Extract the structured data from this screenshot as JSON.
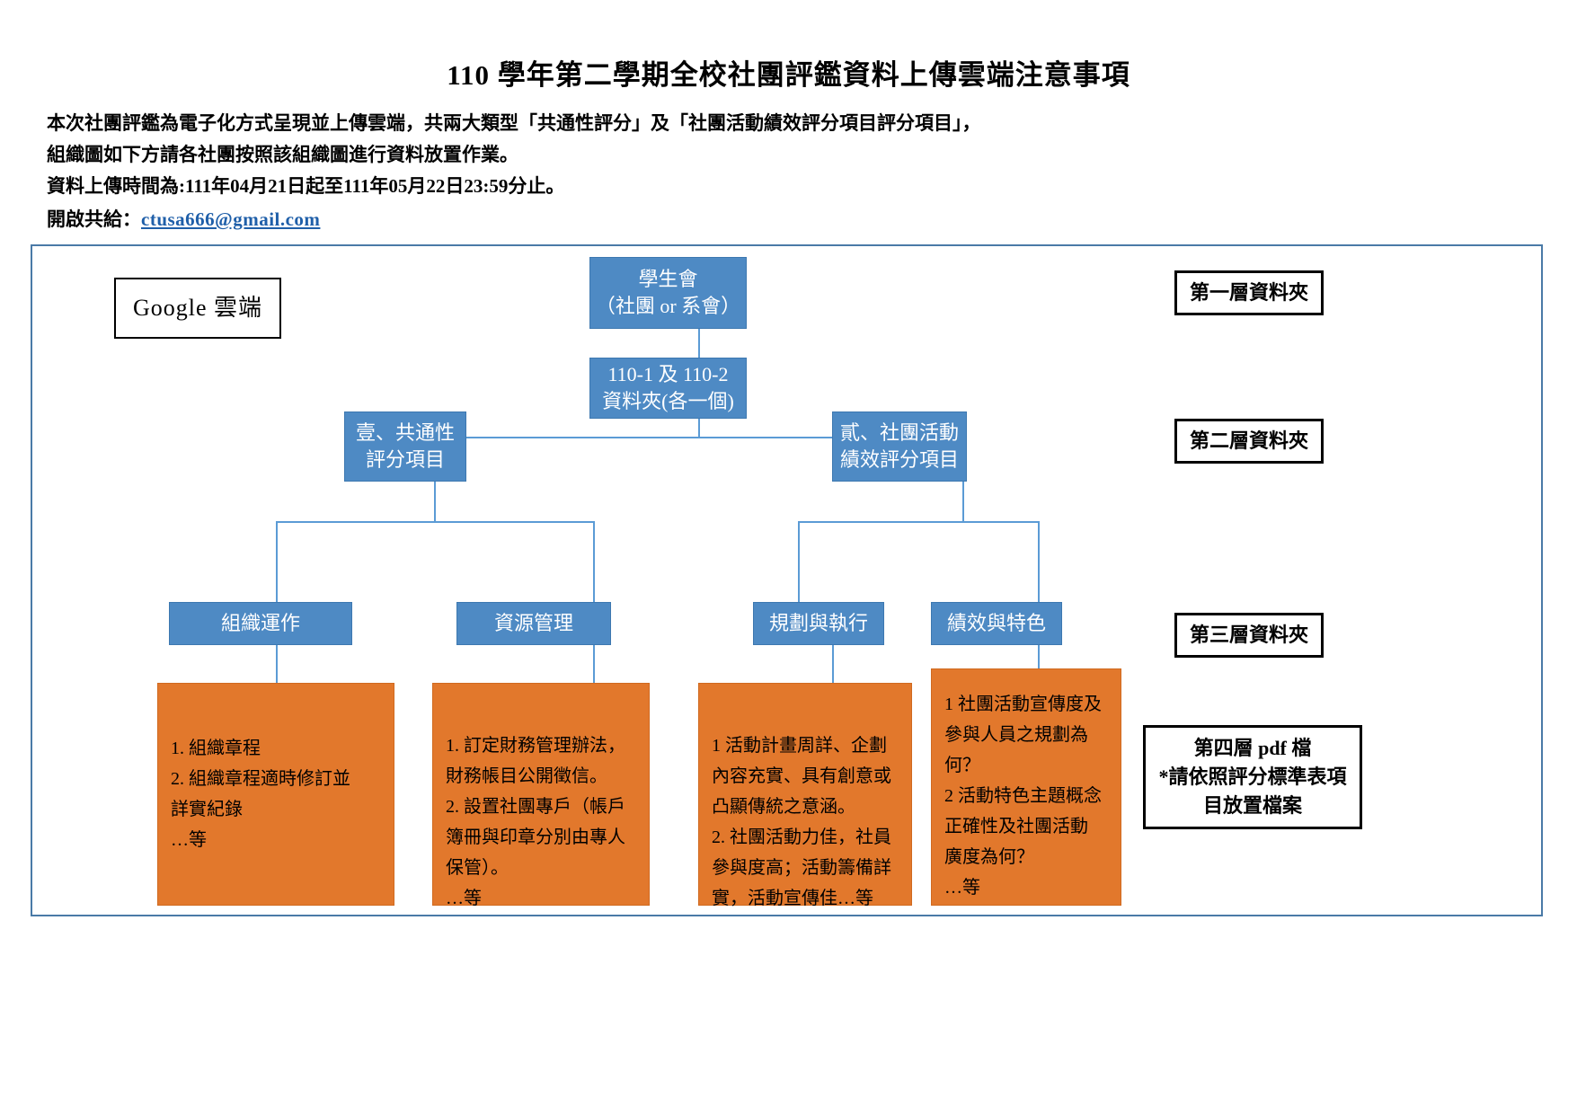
{
  "document": {
    "title": "110 學年第二學期全校社團評鑑資料上傳雲端注意事項",
    "intro_line1": "本次社團評鑑為電子化方式呈現並上傳雲端，共兩大類型「共通性評分」及「社團活動績效評分項目評分項目」，",
    "intro_line2": "組織圖如下方請各社團按照該組織圖進行資料放置作業。",
    "intro_line3": "資料上傳時間為:111年04月21日起至111年05月22日23:59分止。",
    "intro_line4_label": "開啟共給：",
    "email": "ctusa666@gmail.com"
  },
  "diagram": {
    "cloud_label": "Google 雲端",
    "nodes": {
      "root": {
        "line1": "學生會",
        "line2": "（社團 or 系會）"
      },
      "folder_110": {
        "line1": "110-1 及 110-2",
        "line2": "資料夾(各一個)"
      },
      "category_common": {
        "line1": "壹、共通性",
        "line2": "評分項目"
      },
      "category_activity": {
        "line1": "貳、社團活動",
        "line2": "績效評分項目"
      },
      "org_operation": {
        "line1": "組織運作"
      },
      "resource_mgmt": {
        "line1": "資源管理"
      },
      "plan_execute": {
        "line1": "規劃與執行"
      },
      "performance_feature": {
        "line1": "績效與特色"
      }
    },
    "leaves": {
      "org_operation_items": [
        "1. 組織章程",
        "2. 組織章程適時修訂並",
        "詳實紀錄",
        "…等"
      ],
      "resource_mgmt_items": [
        "1. 訂定財務管理辦法，",
        "財務帳目公開徵信。",
        "2. 設置社團專戶（帳戶",
        "簿冊與印章分別由專人",
        "保管）。",
        "…等"
      ],
      "plan_execute_items": [
        "1 活動計畫周詳、企劃",
        "內容充實、具有創意或",
        "凸顯傳統之意涵。",
        "2. 社團活動力佳，社員",
        "參與度高；活動籌備詳",
        "實，活動宣傳佳…等"
      ],
      "performance_feature_items": [
        "1 社團活動宣傳度及",
        "參與人員之規劃為",
        "何？",
        "2 活動特色主題概念",
        "正確性及社團活動",
        "廣度為何？",
        "…等"
      ]
    },
    "layer_labels": {
      "layer1": "第一層資料夾",
      "layer2": "第二層資料夾",
      "layer3": "第三層資料夾",
      "layer4_line1": "第四層 pdf 檔",
      "layer4_line2": "*請依照評分標準表項",
      "layer4_line3": "目放置檔案"
    }
  },
  "colors": {
    "node_blue": "#4e8ac4",
    "leaf_orange": "#e2782c",
    "frame_blue": "#4a7aa7",
    "link_blue": "#1f5fa9",
    "connector_blue": "#5b9bd5"
  }
}
